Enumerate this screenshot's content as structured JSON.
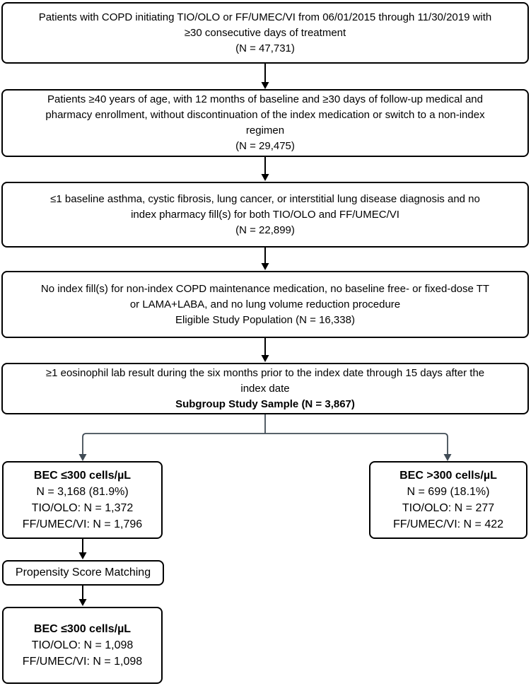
{
  "colors": {
    "box_border": "#000000",
    "arrow": "#000000",
    "connector": "#414c56",
    "background": "#ffffff",
    "text": "#000000"
  },
  "flow": {
    "b1": [
      "Patients with COPD initiating TIO/OLO or FF/UMEC/VI from 06/01/2015 through 11/30/2019 with",
      "≥30 consecutive days of treatment",
      "(N = 47,731)"
    ],
    "b2": [
      "Patients ≥40 years of age, with 12 months of baseline and ≥30 days of follow-up medical and",
      "pharmacy enrollment, without discontinuation of the index medication or switch to a non-index",
      "regimen",
      "(N = 29,475)"
    ],
    "b3": [
      "≤1 baseline asthma, cystic fibrosis, lung cancer, or interstitial lung disease diagnosis and no",
      "index pharmacy fill(s) for both TIO/OLO and FF/UMEC/VI",
      "(N = 22,899)"
    ],
    "b4": [
      "No index fill(s) for non-index COPD maintenance medication, no baseline free- or fixed-dose TT",
      "or LAMA+LABA, and no lung volume reduction procedure",
      "Eligible Study Population (N = 16,338)"
    ],
    "b5": [
      "≥1 eosinophil lab result during the six months prior to the index date through 15 days after the",
      "index date",
      "Subgroup Study Sample (N = 3,867)"
    ],
    "bec_le300": [
      "BEC ≤300 cells/µL",
      "N = 3,168 (81.9%)",
      "TIO/OLO: N = 1,372",
      "FF/UMEC/VI: N = 1,796"
    ],
    "bec_gt300": [
      "BEC >300 cells/µL",
      "N = 699 (18.1%)",
      "TIO/OLO: N = 277",
      "FF/UMEC/VI: N = 422"
    ],
    "psm": "Propensity Score Matching",
    "matched": [
      "BEC ≤300 cells/µL",
      "TIO/OLO: N = 1,098",
      "FF/UMEC/VI: N = 1,098"
    ]
  }
}
